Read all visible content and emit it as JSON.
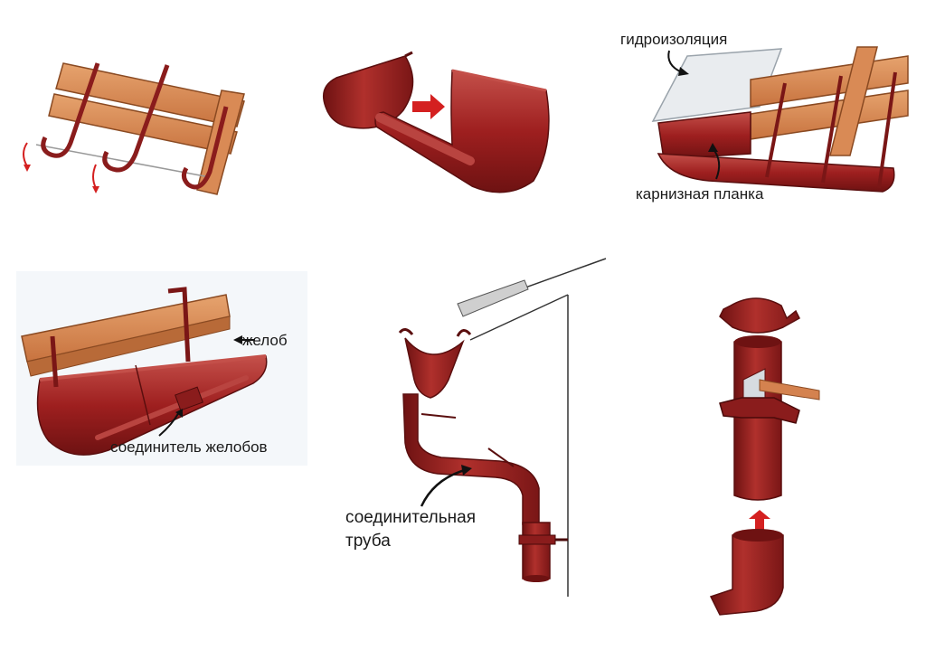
{
  "labels": {
    "hydroisolation": "гидроизоляция",
    "eaves_strip": "карнизная планка",
    "gutter": "желоб",
    "gutter_connector": "соединитель желобов",
    "connecting_pipe_line1": "соединительная",
    "connecting_pipe_line2": "труба"
  },
  "colors": {
    "metal": "#9e1f1f",
    "metal_dark": "#6e1212",
    "metal_light": "#c4504a",
    "wood": "#d4824f",
    "wood_light": "#e6a36e",
    "membrane": "#e9ecef",
    "arrow_red": "#d42020"
  }
}
